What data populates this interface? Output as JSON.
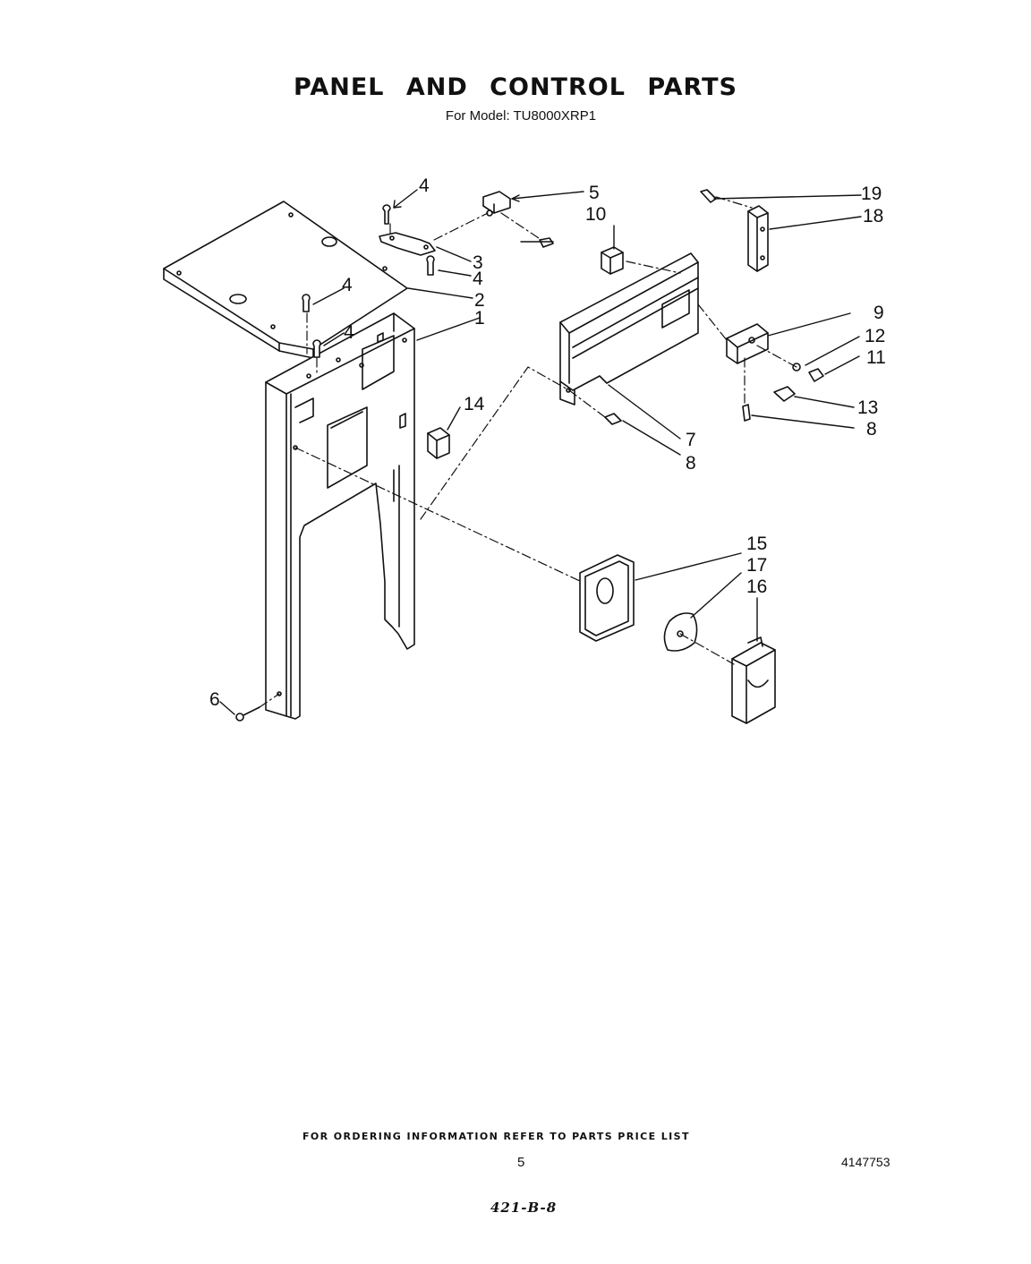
{
  "header": {
    "title": "PANEL AND CONTROL PARTS",
    "subtitle": "For Model: TU8000XRP1"
  },
  "callouts": {
    "c1": "1",
    "c2": "2",
    "c3": "3",
    "c4a": "4",
    "c4b": "4",
    "c4c": "4",
    "c4d": "4",
    "c5": "5",
    "c6": "6",
    "c7": "7",
    "c8a": "8",
    "c8b": "8",
    "c9": "9",
    "c10": "10",
    "c11": "11",
    "c12": "12",
    "c13": "13",
    "c14": "14",
    "c15": "15",
    "c16": "16",
    "c17": "17",
    "c18": "18",
    "c19": "19"
  },
  "footer": {
    "ordering_note": "FOR ORDERING INFORMATION REFER TO PARTS PRICE LIST",
    "page_number": "5",
    "document_number": "4147753",
    "handwritten_code": "421-B-8"
  }
}
